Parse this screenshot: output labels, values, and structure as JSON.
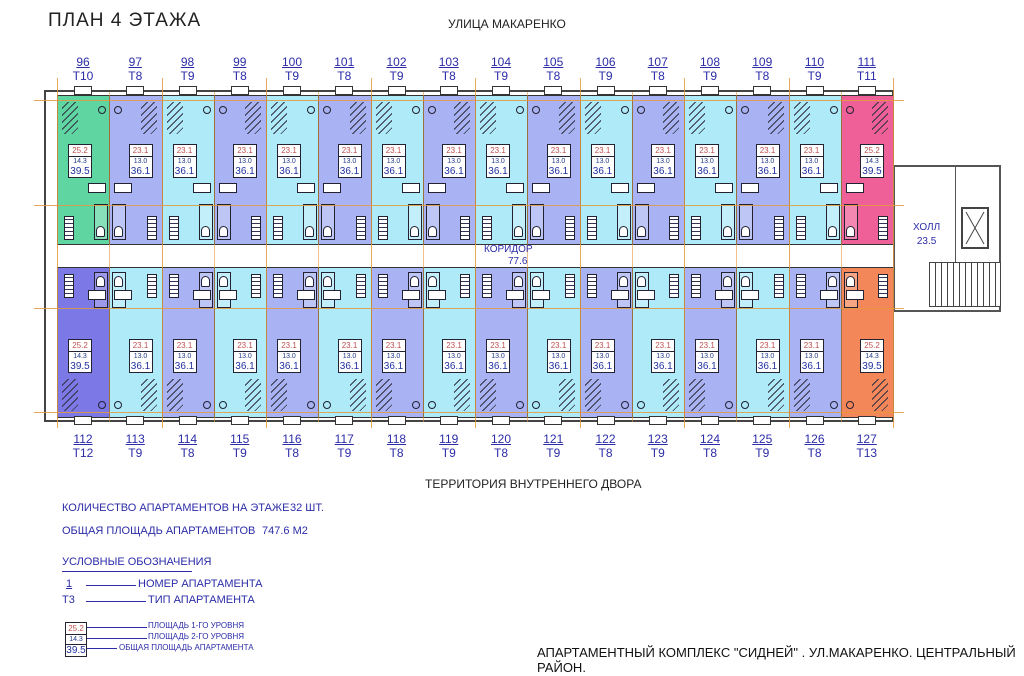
{
  "title": "ПЛАН 4 ЭТАЖА",
  "street_label": "УЛИЦА МАКАРЕНКО",
  "yard_label": "ТЕРРИТОРИЯ ВНУТРЕННЕГО ДВОРА",
  "corridor": {
    "label": "КОРИДОР",
    "area": "77.6"
  },
  "hall": {
    "label": "ХОЛЛ",
    "area": "23.5"
  },
  "colors": {
    "T8": "#a9b3f3",
    "T9": "#aeeaf7",
    "T10": "#5fd6a2",
    "T11": "#ef5f98",
    "T12": "#7c78e6",
    "T13": "#f4875a"
  },
  "top_units": [
    {
      "num": "96",
      "type": "T10",
      "a1": "25.2",
      "a2": "14.3",
      "a3": "39.5"
    },
    {
      "num": "97",
      "type": "T8",
      "a1": "23.1",
      "a2": "13.0",
      "a3": "36.1"
    },
    {
      "num": "98",
      "type": "T9",
      "a1": "23.1",
      "a2": "13.0",
      "a3": "36.1"
    },
    {
      "num": "99",
      "type": "T8",
      "a1": "23.1",
      "a2": "13.0",
      "a3": "36.1"
    },
    {
      "num": "100",
      "type": "T9",
      "a1": "23.1",
      "a2": "13.0",
      "a3": "36.1"
    },
    {
      "num": "101",
      "type": "T8",
      "a1": "23.1",
      "a2": "13.0",
      "a3": "36.1"
    },
    {
      "num": "102",
      "type": "T9",
      "a1": "23.1",
      "a2": "13.0",
      "a3": "36.1"
    },
    {
      "num": "103",
      "type": "T8",
      "a1": "23.1",
      "a2": "13.0",
      "a3": "36.1"
    },
    {
      "num": "104",
      "type": "T9",
      "a1": "23.1",
      "a2": "13.0",
      "a3": "36.1"
    },
    {
      "num": "105",
      "type": "T8",
      "a1": "23.1",
      "a2": "13.0",
      "a3": "36.1"
    },
    {
      "num": "106",
      "type": "T9",
      "a1": "23.1",
      "a2": "13.0",
      "a3": "36.1"
    },
    {
      "num": "107",
      "type": "T8",
      "a1": "23.1",
      "a2": "13.0",
      "a3": "36.1"
    },
    {
      "num": "108",
      "type": "T9",
      "a1": "23.1",
      "a2": "13.0",
      "a3": "36.1"
    },
    {
      "num": "109",
      "type": "T8",
      "a1": "23.1",
      "a2": "13.0",
      "a3": "36.1"
    },
    {
      "num": "110",
      "type": "T9",
      "a1": "23.1",
      "a2": "13.0",
      "a3": "36.1"
    },
    {
      "num": "111",
      "type": "T11",
      "a1": "25.2",
      "a2": "14.3",
      "a3": "39.5"
    }
  ],
  "bottom_units": [
    {
      "num": "112",
      "type": "T12",
      "a1": "25.2",
      "a2": "14.3",
      "a3": "39.5"
    },
    {
      "num": "113",
      "type": "T9",
      "a1": "23.1",
      "a2": "13.0",
      "a3": "36.1"
    },
    {
      "num": "114",
      "type": "T8",
      "a1": "23.1",
      "a2": "13.0",
      "a3": "36.1"
    },
    {
      "num": "115",
      "type": "T9",
      "a1": "23.1",
      "a2": "13.0",
      "a3": "36.1"
    },
    {
      "num": "116",
      "type": "T8",
      "a1": "23.1",
      "a2": "13.0",
      "a3": "36.1"
    },
    {
      "num": "117",
      "type": "T9",
      "a1": "23.1",
      "a2": "13.0",
      "a3": "36.1"
    },
    {
      "num": "118",
      "type": "T8",
      "a1": "23.1",
      "a2": "13.0",
      "a3": "36.1"
    },
    {
      "num": "119",
      "type": "T9",
      "a1": "23.1",
      "a2": "13.0",
      "a3": "36.1"
    },
    {
      "num": "120",
      "type": "T8",
      "a1": "23.1",
      "a2": "13.0",
      "a3": "36.1"
    },
    {
      "num": "121",
      "type": "T9",
      "a1": "23.1",
      "a2": "13.0",
      "a3": "36.1"
    },
    {
      "num": "122",
      "type": "T8",
      "a1": "23.1",
      "a2": "13.0",
      "a3": "36.1"
    },
    {
      "num": "123",
      "type": "T9",
      "a1": "23.1",
      "a2": "13.0",
      "a3": "36.1"
    },
    {
      "num": "124",
      "type": "T8",
      "a1": "23.1",
      "a2": "13.0",
      "a3": "36.1"
    },
    {
      "num": "125",
      "type": "T9",
      "a1": "23.1",
      "a2": "13.0",
      "a3": "36.1"
    },
    {
      "num": "126",
      "type": "T8",
      "a1": "23.1",
      "a2": "13.0",
      "a3": "36.1"
    },
    {
      "num": "127",
      "type": "T13",
      "a1": "25.2",
      "a2": "14.3",
      "a3": "39.5"
    }
  ],
  "summary": {
    "count_label": "КОЛИЧЕСТВО АПАРТАМЕНТОВ НА ЭТАЖЕ",
    "count_value": "32 ШТ.",
    "area_label": "ОБЩАЯ ПЛОЩАДЬ АПАРТАМЕНТОВ",
    "area_value": "747.6 М2"
  },
  "legend": {
    "title": "УСЛОВНЫЕ ОБОЗНАЧЕНИЯ",
    "sample_num": "1",
    "sample_type": "Т3",
    "num_desc": "НОМЕР АПАРТАМЕНТА",
    "type_desc": "ТИП АПАРТАМЕНТА",
    "sample_a1": "25.2",
    "sample_a2": "14.3",
    "sample_a3": "39.5",
    "a1_desc": "ПЛОЩАДЬ 1-ГО УРОВНЯ",
    "a2_desc": "ПЛОЩАДЬ 2-ГО УРОВНЯ",
    "a3_desc": "ОБЩАЯ ПЛОЩАДЬ АПАРТАМЕНТА"
  },
  "footer": "АПАРТАМЕНТНЫЙ КОМПЛЕКС \"СИДНЕЙ\" . УЛ.МАКАРЕНКО. ЦЕНТРАЛЬНЫЙ РАЙОН."
}
